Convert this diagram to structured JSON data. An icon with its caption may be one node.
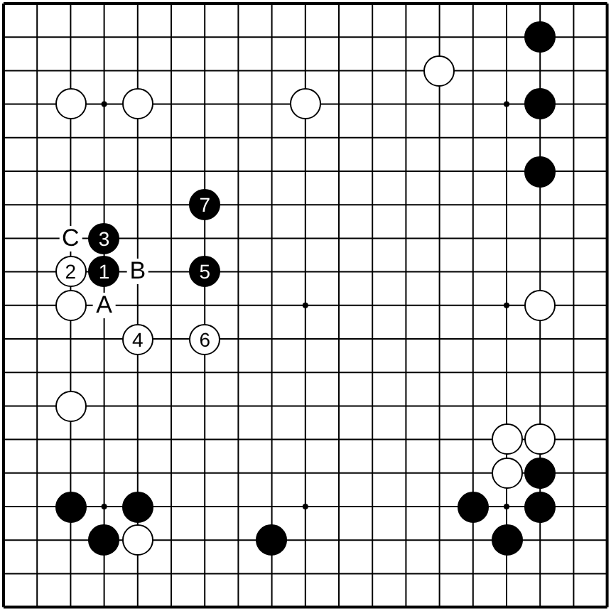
{
  "diagram": {
    "nodes": [
      {
        "text": [],
        "shape": "circle"
      },
      {
        "text": [],
        "shape": "circle"
      },
      {
        "text": [],
        "shape": "circle"
      },
      {
        "text": [],
        "shape": "circle"
      },
      {
        "text": [],
        "shape": "circle"
      },
      {
        "text": [],
        "shape": "circle"
      },
      {
        "text": [],
        "shape": "circle"
      },
      {
        "text": [
          "7"
        ]
      },
      {
        "text": [
          "3"
        ]
      },
      {
        "text": [
          "2"
        ]
      },
      {
        "text": [
          "1"
        ]
      },
      {
        "text": [
          "5"
        ]
      },
      {
        "text": [],
        "shape": "circle"
      },
      {
        "text": [],
        "shape": "circle"
      },
      {
        "text": [
          "4"
        ]
      },
      {
        "text": [
          "6"
        ]
      },
      {
        "text": [],
        "shape": "circle"
      },
      {
        "text": [],
        "shape": "circle"
      },
      {
        "text": [],
        "shape": "circle"
      },
      {
        "text": [],
        "shape": "circle"
      },
      {
        "text": [],
        "shape": "circle"
      },
      {
        "text": [],
        "shape": "circle"
      },
      {
        "text": [],
        "shape": "circle"
      },
      {
        "text": [],
        "shape": "circle"
      },
      {
        "text": [],
        "shape": "circle"
      },
      {
        "text": [],
        "shape": "circle"
      },
      {
        "text": [],
        "shape": "circle"
      },
      {
        "text": [],
        "shape": "circle"
      },
      {
        "text": [],
        "shape": "circle"
      }
    ],
    "labels": [
      "C",
      "B",
      "A"
    ]
  }
}
